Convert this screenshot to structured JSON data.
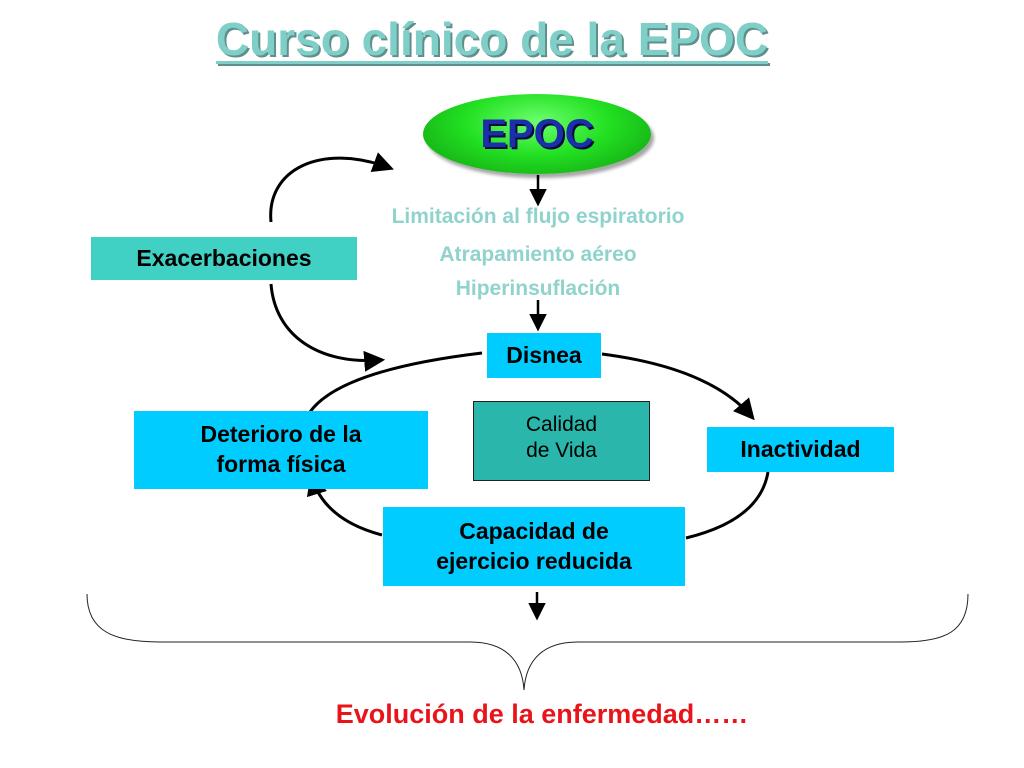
{
  "slide": {
    "title": "Curso clínico de la EPOC",
    "root_node": "EPOC",
    "mechanisms": [
      "Limitación al flujo espiratorio",
      "Atrapamiento aéreo",
      "Hiperinsuflación"
    ],
    "exacerbaciones": "Exacerbaciones",
    "cycle": {
      "disnea": "Disnea",
      "inactividad": "Inactividad",
      "capacidad": "Capacidad de\nejercicio reducida",
      "deterioro": "Deterioro de la\nforma física",
      "center": "Calidad\nde Vida"
    },
    "outcome": "Evolución de la enfermedad……"
  },
  "colors": {
    "title": "#7fcfc8",
    "epoc_fill": "#22e022",
    "epoc_text": "#1a2fa8",
    "mechanism_text": "#8fd3cc",
    "teal_box": "#40d0c4",
    "cyan_box": "#00ccff",
    "center_box": "#2ab6aa",
    "outcome_text": "#e8141c"
  }
}
